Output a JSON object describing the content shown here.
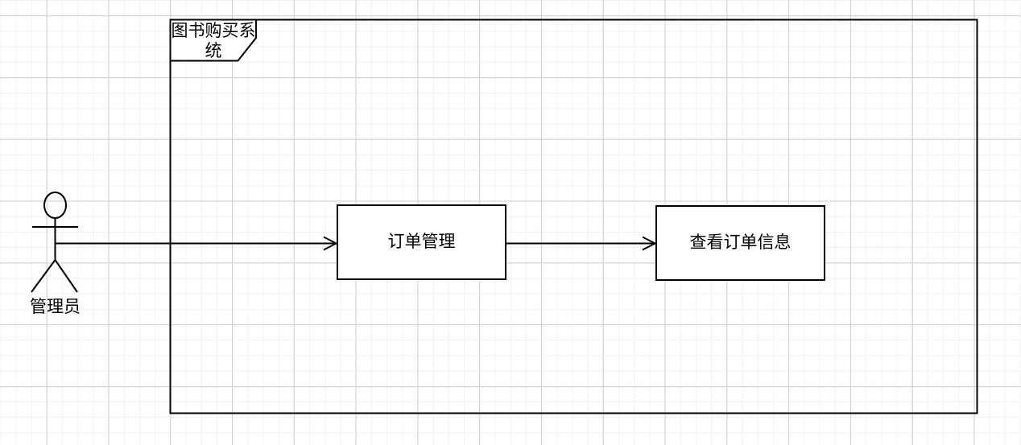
{
  "diagram": {
    "type": "uml-use-case",
    "system_boundary": {
      "label": "图书购买系统"
    },
    "actor": {
      "label": "管理员"
    },
    "use_cases": [
      {
        "label": "订单管理"
      },
      {
        "label": "查看订单信息"
      }
    ],
    "connectors": [
      {
        "from": "管理员",
        "to": "订单管理",
        "arrow": "open"
      },
      {
        "from": "订单管理",
        "to": "查看订单信息",
        "arrow": "open"
      }
    ],
    "colors": {
      "stroke": "#000000",
      "shape_fill": "#ffffff",
      "canvas_background": "#ffffff",
      "grid_minor": "#f2f2f2",
      "grid_major": "#cfcfcf"
    }
  }
}
